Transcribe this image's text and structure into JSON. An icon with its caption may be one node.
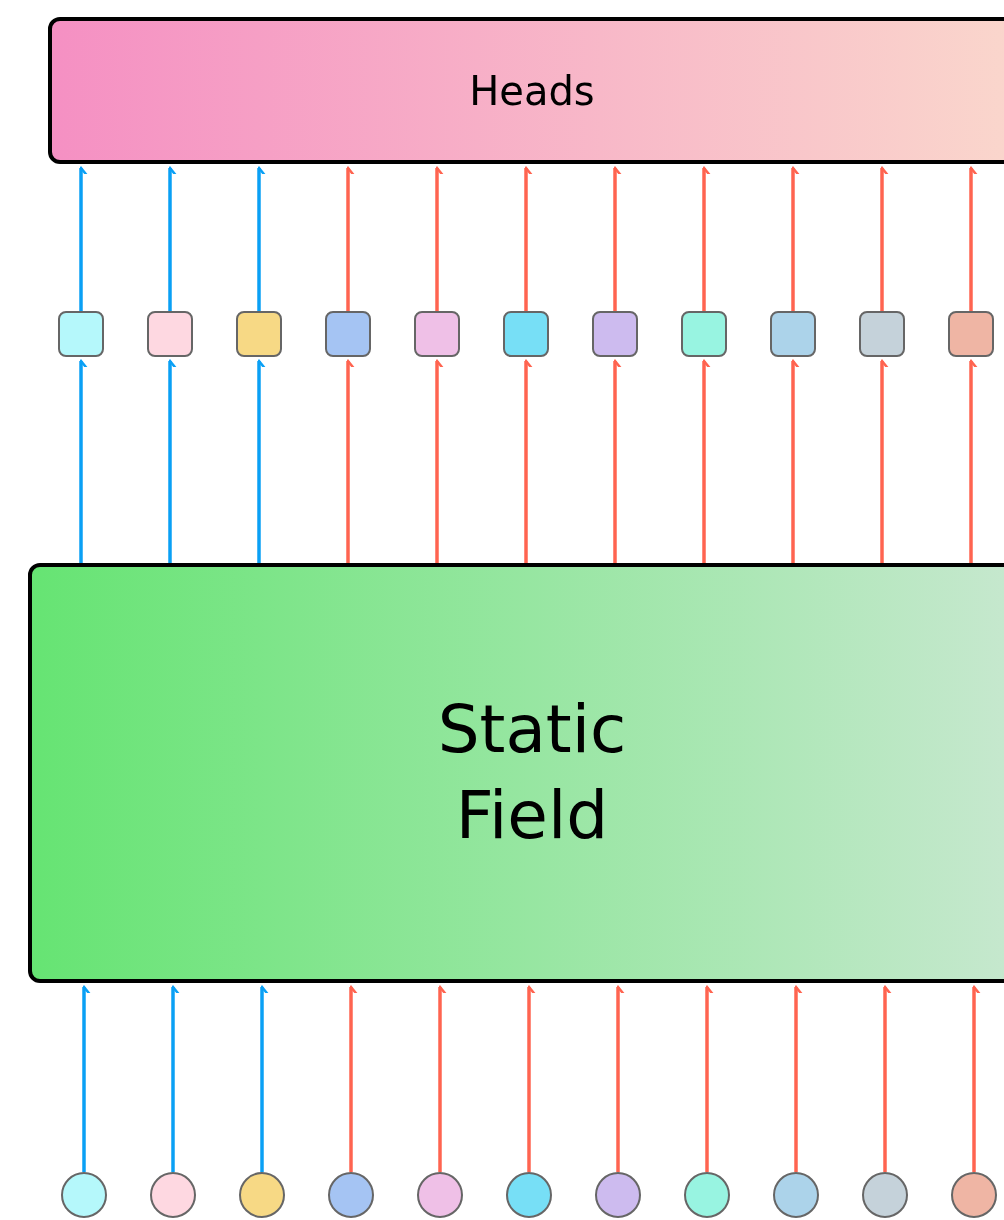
{
  "diagram": {
    "nodes": [
      {
        "text": [
          "Heads"
        ]
      },
      {
        "text": [
          "Static Field"
        ]
      },
      {
        "text": [],
        "shape": "box"
      },
      {
        "text": [],
        "shape": "box"
      },
      {
        "text": [],
        "shape": "box"
      },
      {
        "text": [],
        "shape": "box"
      },
      {
        "text": [],
        "shape": "box"
      },
      {
        "text": [],
        "shape": "box"
      },
      {
        "text": [],
        "shape": "box"
      },
      {
        "text": [],
        "shape": "box"
      },
      {
        "text": [],
        "shape": "box"
      },
      {
        "text": [],
        "shape": "box"
      },
      {
        "text": [],
        "shape": "box"
      },
      {
        "text": [],
        "shape": "circle"
      },
      {
        "text": [],
        "shape": "circle"
      },
      {
        "text": [],
        "shape": "circle"
      },
      {
        "text": [],
        "shape": "circle"
      },
      {
        "text": [],
        "shape": "circle"
      },
      {
        "text": [],
        "shape": "circle"
      },
      {
        "text": [],
        "shape": "circle"
      },
      {
        "text": [],
        "shape": "circle"
      },
      {
        "text": [],
        "shape": "circle"
      },
      {
        "text": [],
        "shape": "circle"
      },
      {
        "text": [],
        "shape": "circle"
      }
    ],
    "edges": [
      {
        "from": 13,
        "to": 1,
        "arrow": "to",
        "color": "#0aa0f5"
      },
      {
        "from": 14,
        "to": 1,
        "arrow": "to",
        "color": "#0aa0f5"
      },
      {
        "from": 15,
        "to": 1,
        "arrow": "to",
        "color": "#0aa0f5"
      },
      {
        "from": 16,
        "to": 1,
        "arrow": "to"
      },
      {
        "from": 17,
        "to": 1,
        "arrow": "to"
      },
      {
        "from": 18,
        "to": 1,
        "arrow": "to"
      },
      {
        "from": 19,
        "to": 1,
        "arrow": "to"
      },
      {
        "from": 20,
        "to": 1,
        "arrow": "to"
      },
      {
        "from": 21,
        "to": 1,
        "arrow": "to"
      },
      {
        "from": 22,
        "to": 1,
        "arrow": "to"
      },
      {
        "from": 23,
        "to": 1,
        "arrow": "to"
      },
      {
        "from": 1,
        "to": 2,
        "arrow": "to",
        "color": "#0aa0f5"
      },
      {
        "from": 1,
        "to": 3,
        "arrow": "to",
        "color": "#0aa0f5"
      },
      {
        "from": 1,
        "to": 4,
        "arrow": "to",
        "color": "#0aa0f5"
      },
      {
        "from": 1,
        "to": 5,
        "arrow": "to"
      },
      {
        "from": 1,
        "to": 6,
        "arrow": "to"
      },
      {
        "from": 1,
        "to": 7,
        "arrow": "to"
      },
      {
        "from": 1,
        "to": 8,
        "arrow": "to"
      },
      {
        "from": 1,
        "to": 9,
        "arrow": "to"
      },
      {
        "from": 1,
        "to": 10,
        "arrow": "to"
      },
      {
        "from": 1,
        "to": 11,
        "arrow": "to"
      },
      {
        "from": 1,
        "to": 12,
        "arrow": "to"
      },
      {
        "from": 2,
        "to": 0,
        "arrow": "to",
        "color": "#0aa0f5"
      },
      {
        "from": 3,
        "to": 0,
        "arrow": "to",
        "color": "#0aa0f5"
      },
      {
        "from": 4,
        "to": 0,
        "arrow": "to",
        "color": "#0aa0f5"
      },
      {
        "from": 5,
        "to": 0,
        "arrow": "to"
      },
      {
        "from": 6,
        "to": 0,
        "arrow": "to"
      },
      {
        "from": 7,
        "to": 0,
        "arrow": "to"
      },
      {
        "from": 8,
        "to": 0,
        "arrow": "to"
      },
      {
        "from": 9,
        "to": 0,
        "arrow": "to"
      },
      {
        "from": 10,
        "to": 0,
        "arrow": "to"
      },
      {
        "from": 11,
        "to": 0,
        "arrow": "to"
      },
      {
        "from": 12,
        "to": 0,
        "arrow": "to"
      }
    ]
  }
}
